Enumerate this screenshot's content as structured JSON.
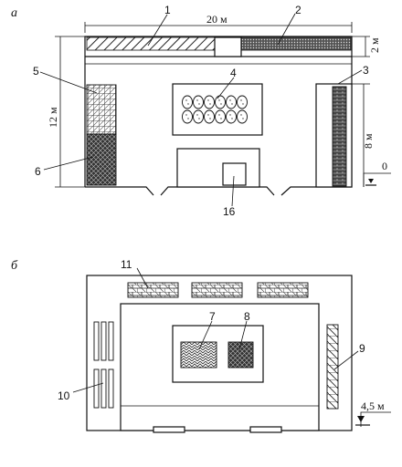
{
  "panel_a": {
    "letter": "a",
    "dimensions": {
      "width": "20 м",
      "height": "12 м",
      "band": "2 м",
      "level": "8 м",
      "zero": "0"
    },
    "callouts": [
      "1",
      "2",
      "3",
      "4",
      "5",
      "6",
      "16"
    ]
  },
  "panel_b": {
    "letter": "б",
    "level": "4,5 м",
    "callouts": [
      "7",
      "8",
      "9",
      "10",
      "11"
    ]
  }
}
